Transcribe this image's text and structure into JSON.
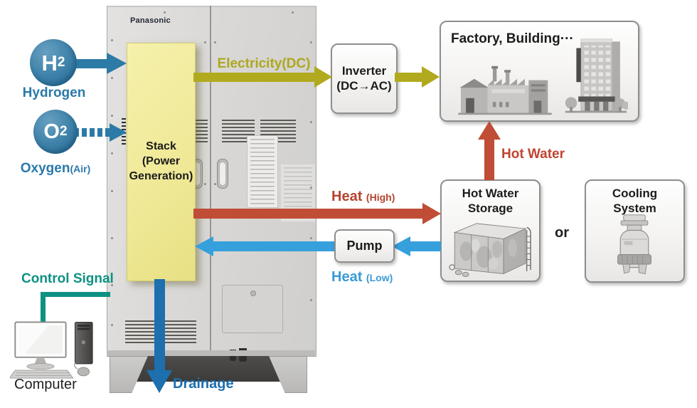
{
  "cabinet": {
    "brand": "Panasonic"
  },
  "stack": {
    "line1": "Stack",
    "line2": "(Power",
    "line3": "Generation)"
  },
  "inputs": {
    "hydrogen": {
      "formula": "H",
      "subscript": "2",
      "label": "Hydrogen"
    },
    "oxygen": {
      "formula": "O",
      "subscript": "2",
      "label": "Oxygen",
      "qualifier": "(Air)"
    }
  },
  "flows": {
    "electricity": {
      "label": "Electricity(DC)",
      "color": "#b1aa1e"
    },
    "heat_high": {
      "label": "Heat",
      "qualifier": "(High)",
      "color": "#c04d36"
    },
    "heat_low": {
      "label": "Heat",
      "qualifier": "(Low)",
      "color": "#35a0dc"
    },
    "hot_water": {
      "label": "Hot Water",
      "color": "#c04d36"
    },
    "control_signal": {
      "label": "Control Signal",
      "color": "#0e9183"
    },
    "drainage": {
      "label": "Drainage",
      "color": "#1d6fad"
    },
    "hydrogen_color": "#2c7aa6"
  },
  "nodes": {
    "inverter": {
      "line1": "Inverter",
      "line2": "(DC→AC)"
    },
    "factory": {
      "title": "Factory, Building···"
    },
    "hot_water_storage": {
      "line1": "Hot Water",
      "line2": "Storage"
    },
    "pump": {
      "label": "Pump"
    },
    "alternative": {
      "label": "or"
    },
    "cooling_system": {
      "line1": "Cooling",
      "line2": "System"
    },
    "computer": {
      "label": "Computer"
    }
  }
}
